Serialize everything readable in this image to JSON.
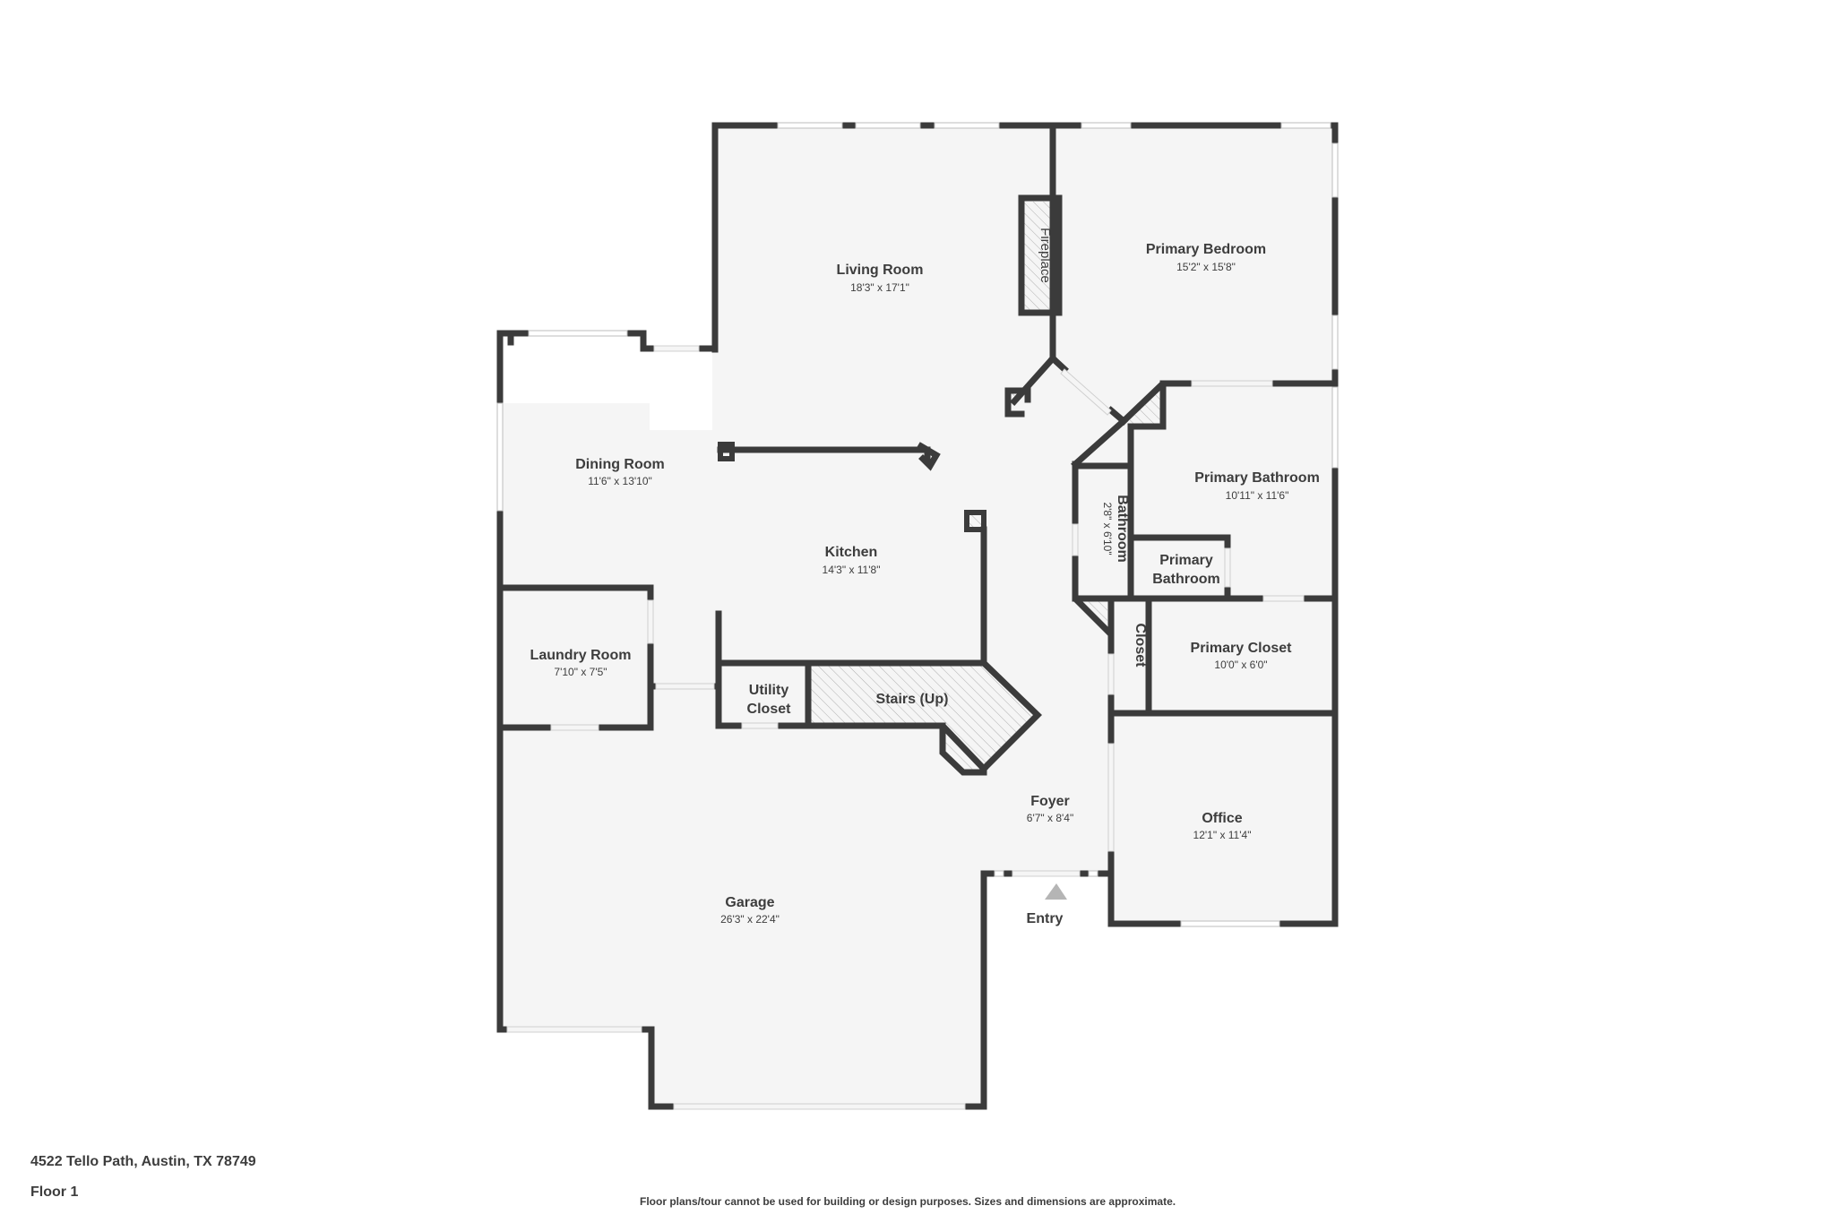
{
  "footer": {
    "address": "4522 Tello Path, Austin, TX 78749",
    "floor": "Floor 1",
    "disclaimer": "Floor plans/tour cannot be used for building or design purposes. Sizes and dimensions are approximate."
  },
  "rooms": {
    "living_room": {
      "name": "Living Room",
      "dims": "18'3\" x 17'1\""
    },
    "primary_bedroom": {
      "name": "Primary Bedroom",
      "dims": "15'2\" x 15'8\""
    },
    "fireplace": {
      "name": "Fireplace"
    },
    "dining_room": {
      "name": "Dining Room",
      "dims": "11'6\" x 13'10\""
    },
    "kitchen": {
      "name": "Kitchen",
      "dims": "14'3\" x 11'8\""
    },
    "primary_bathroom": {
      "name": "Primary Bathroom",
      "dims": "10'11\" x 11'6\""
    },
    "bathroom": {
      "name": "Bathroom",
      "dims": "2'8\" x 6'10\""
    },
    "primary_bathroom_small": {
      "name_line1": "Primary",
      "name_line2": "Bathroom"
    },
    "laundry_room": {
      "name": "Laundry Room",
      "dims": "7'10\" x 7'5\""
    },
    "utility_closet": {
      "name_line1": "Utility",
      "name_line2": "Closet"
    },
    "stairs": {
      "name": "Stairs (Up)"
    },
    "closet": {
      "name": "Closet"
    },
    "primary_closet": {
      "name": "Primary Closet",
      "dims": "10'0\" x 6'0\""
    },
    "foyer": {
      "name": "Foyer",
      "dims": "6'7\" x 8'4\""
    },
    "office": {
      "name": "Office",
      "dims": "12'1\" x 11'4\""
    },
    "garage": {
      "name": "Garage",
      "dims": "26'3\" x 22'4\""
    },
    "entry": {
      "name": "Entry"
    }
  },
  "colors": {
    "wall": "#3b3b3b",
    "floor": "#f5f5f5",
    "text": "#3d3d3d",
    "entry_arrow": "#b5b5b5"
  }
}
